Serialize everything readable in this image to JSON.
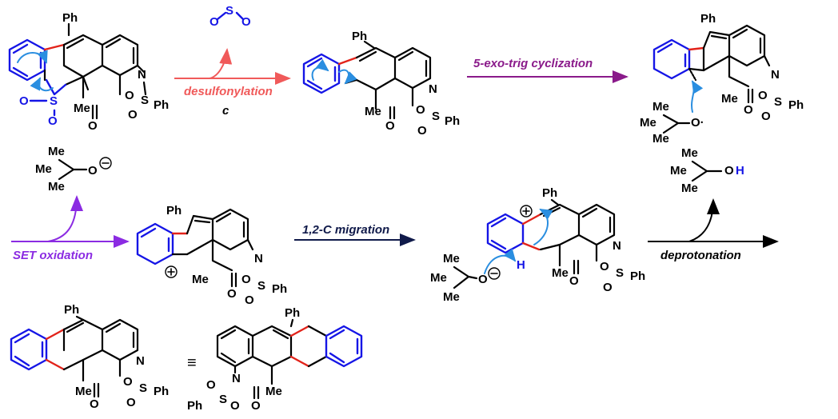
{
  "labels": {
    "desulfonylation": "desulfonylation",
    "desulfonylation_cond": "c",
    "exo_trig": "5-exo-trig cyclization",
    "set_oxidation": "SET oxidation",
    "migration": "1,2-C migration",
    "deprotonation": "deprotonation"
  },
  "atoms": {
    "ph": "Ph",
    "me": "Me",
    "n": "N",
    "s": "S",
    "o": "O",
    "o_radical": "O·",
    "h": "H",
    "oh_o": "O",
    "oh_h": "H",
    "equiv": "≡"
  },
  "colors": {
    "desulfonylation": "#f05a5a",
    "exo_trig": "#8a1a8a",
    "set_oxidation": "#8b2be2",
    "migration": "#101a4a",
    "bond_red": "#e2231a",
    "bond_blue": "#1515e6",
    "curly_arrow": "#2a8ee0"
  }
}
